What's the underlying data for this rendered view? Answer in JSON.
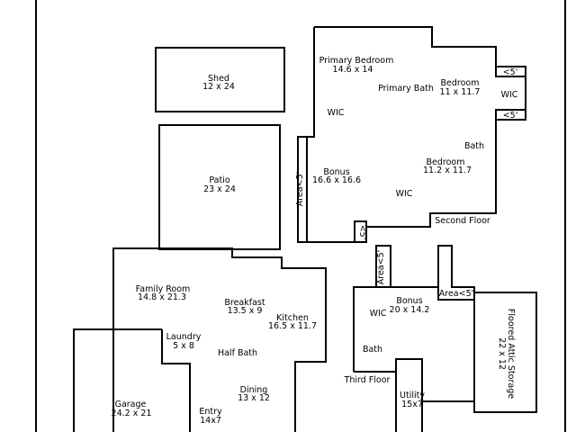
{
  "rooms": {
    "shed": {
      "name": "Shed",
      "size": "12 x 24"
    },
    "patio": {
      "name": "Patio",
      "size": "23 x 24"
    },
    "family_room": {
      "name": "Family Room",
      "size": "14.8 x 21.3"
    },
    "breakfast": {
      "name": "Breakfast",
      "size": "13.5 x 9"
    },
    "kitchen": {
      "name": "Kitchen",
      "size": "16.5 x 11.7"
    },
    "laundry": {
      "name": "Laundry",
      "size": "5 x 8"
    },
    "half_bath": {
      "name": "Half Bath"
    },
    "garage": {
      "name": "Garage",
      "size": "24.2 x 21"
    },
    "dining": {
      "name": "Dining",
      "size": "13 x 12"
    },
    "entry": {
      "name": "Entry",
      "size": "14x7"
    },
    "primary_bedroom": {
      "name": "Primary Bedroom",
      "size": "14.6 x 14"
    },
    "primary_bath": {
      "name": "Primary Bath"
    },
    "bedroom_1": {
      "name": "Bedroom",
      "size": "11 x 11.7"
    },
    "wic_primary": {
      "name": "WIC"
    },
    "wic_bedroom": {
      "name": "WIC"
    },
    "bath_second": {
      "name": "Bath"
    },
    "bonus_second": {
      "name": "Bonus",
      "size": "16.6 x 16.6"
    },
    "bedroom_2": {
      "name": "Bedroom",
      "size": "11.2 x 11.7"
    },
    "wic_second": {
      "name": "WIC"
    },
    "bonus_third": {
      "name": "Bonus",
      "size": "20 x 14.2"
    },
    "wic_third": {
      "name": "WIC"
    },
    "bath_third": {
      "name": "Bath"
    },
    "utility": {
      "name": "Utility",
      "size": "15x7"
    },
    "floored_attic": {
      "name": "Floored Attic Storage",
      "size": "22 x 12"
    }
  },
  "annotations": {
    "lt5_top": "<5'",
    "lt5_bottom": "<5'",
    "area_lt5_left": "Area<5'",
    "lt5_small": "<5'",
    "area_lt5_third_left": "Area<5'",
    "area_lt5_third_right": "Area<5'"
  },
  "floor_labels": {
    "second": "Second Floor",
    "third": "Third Floor"
  }
}
